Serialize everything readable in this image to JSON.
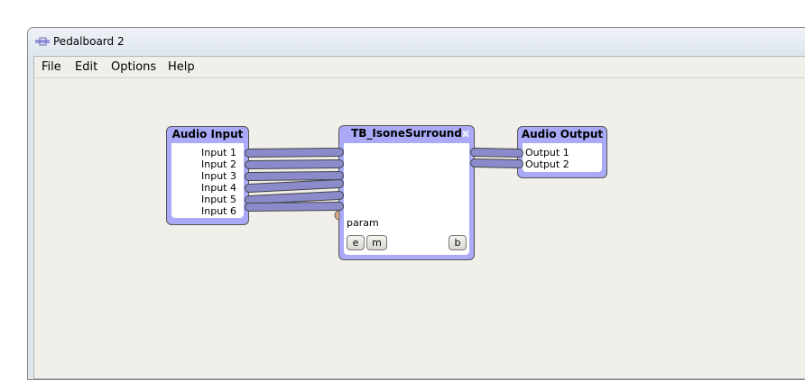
{
  "window": {
    "title": "Pedalboard 2",
    "icon": "pedalboard-icon"
  },
  "menu": [
    "File",
    "Edit",
    "Options",
    "Help"
  ],
  "nodes": {
    "audio_input": {
      "title": "Audio Input",
      "ports": [
        "Input 1",
        "Input 2",
        "Input 3",
        "Input 4",
        "Input 5",
        "Input 6"
      ]
    },
    "plugin": {
      "title": "TB_IsoneSurround",
      "param_label": "param",
      "buttons": {
        "e": "e",
        "m": "m",
        "b": "b"
      },
      "close_icon": "close-icon"
    },
    "audio_output": {
      "title": "Audio Output",
      "ports": [
        "Output 1",
        "Output 2"
      ]
    }
  },
  "colors": {
    "node": "#aaaaf8",
    "cable": "#8b8bcc",
    "canvas": "#f0efe9",
    "param_port": "#d8aa88"
  }
}
